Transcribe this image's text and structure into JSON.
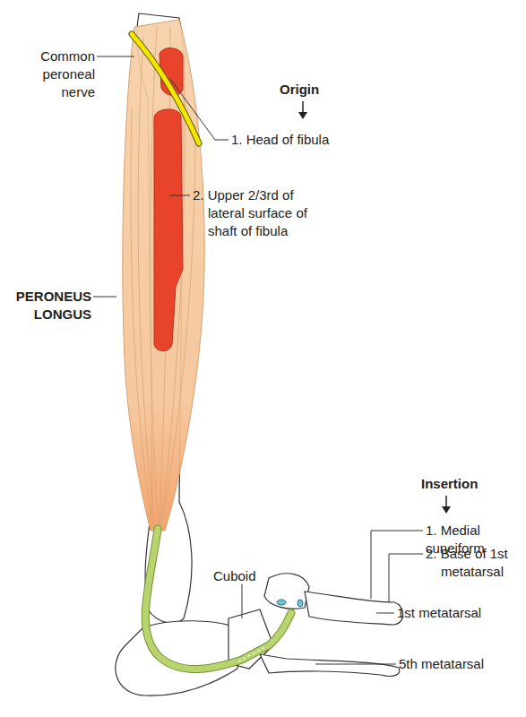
{
  "diagram": {
    "labels": [
      "Common peroneal nerve",
      "Origin",
      "1. Head of fibula",
      "2. Upper 2/3rd of lateral surface of shaft of fibula",
      "PERONEUS LONGUS",
      "Insertion",
      "1. Medial cuneiform",
      "2. Base of 1st metatarsal",
      "Cuboid",
      "1st metatarsal",
      "5th metatarsal"
    ]
  }
}
